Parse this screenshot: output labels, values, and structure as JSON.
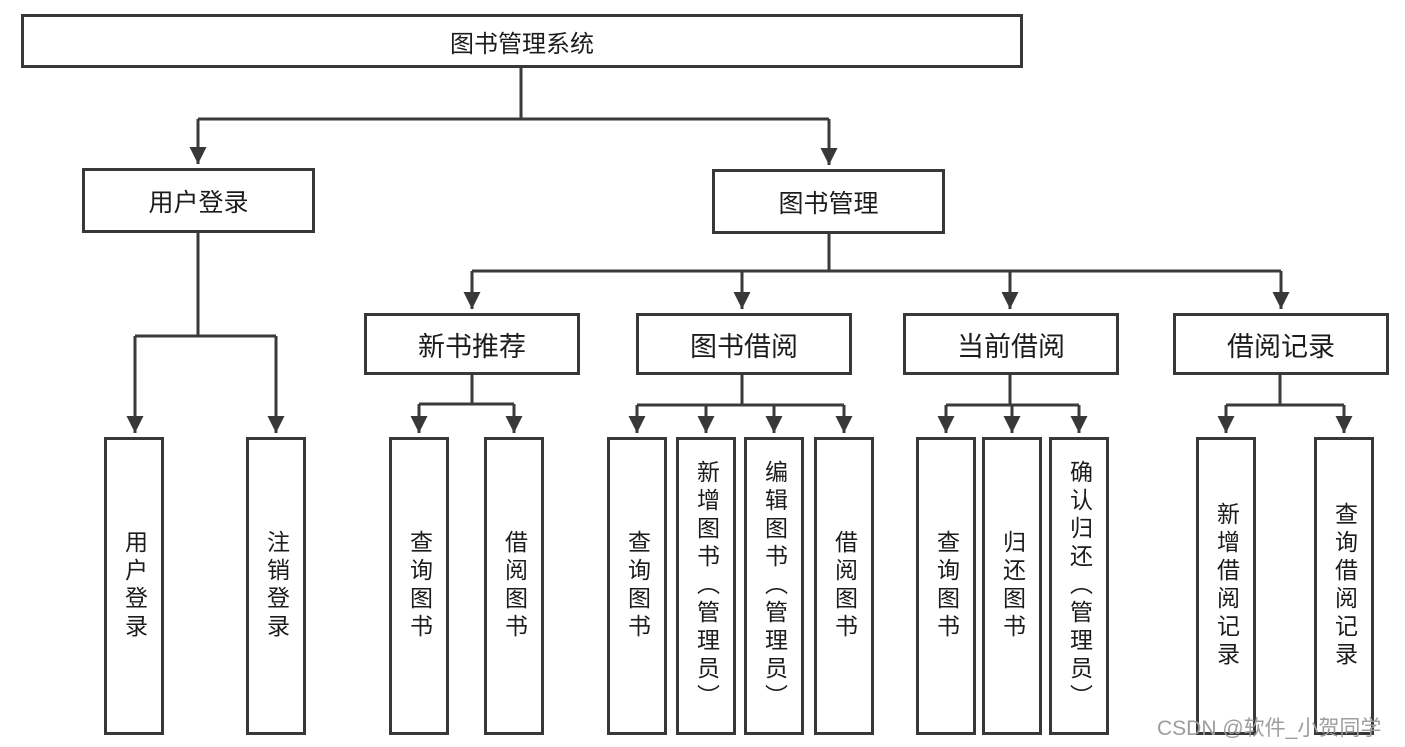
{
  "diagram": {
    "root": {
      "label": "图书管理系统"
    },
    "branches": [
      {
        "label": "用户登录",
        "children": [
          "用户登录",
          "注销登录"
        ]
      },
      {
        "label": "图书管理",
        "modules": [
          {
            "label": "新书推荐",
            "children": [
              "查询图书",
              "借阅图书"
            ]
          },
          {
            "label": "图书借阅",
            "children": [
              "查询图书",
              "新增图书（管理员）",
              "编辑图书（管理员）",
              "借阅图书"
            ]
          },
          {
            "label": "当前借阅",
            "children": [
              "查询图书",
              "归还图书",
              "确认归还（管理员）"
            ]
          },
          {
            "label": "借阅记录",
            "children": [
              "新增借阅记录",
              "查询借阅记录"
            ]
          }
        ]
      }
    ]
  },
  "watermark": {
    "label": "CSDN @软件_小贺同学"
  },
  "colors": {
    "line": "#3a3a3a",
    "box_border": "#383838",
    "text": "#1c1c1c",
    "watermark": "#9d9d9d",
    "background": "#ffffff"
  }
}
